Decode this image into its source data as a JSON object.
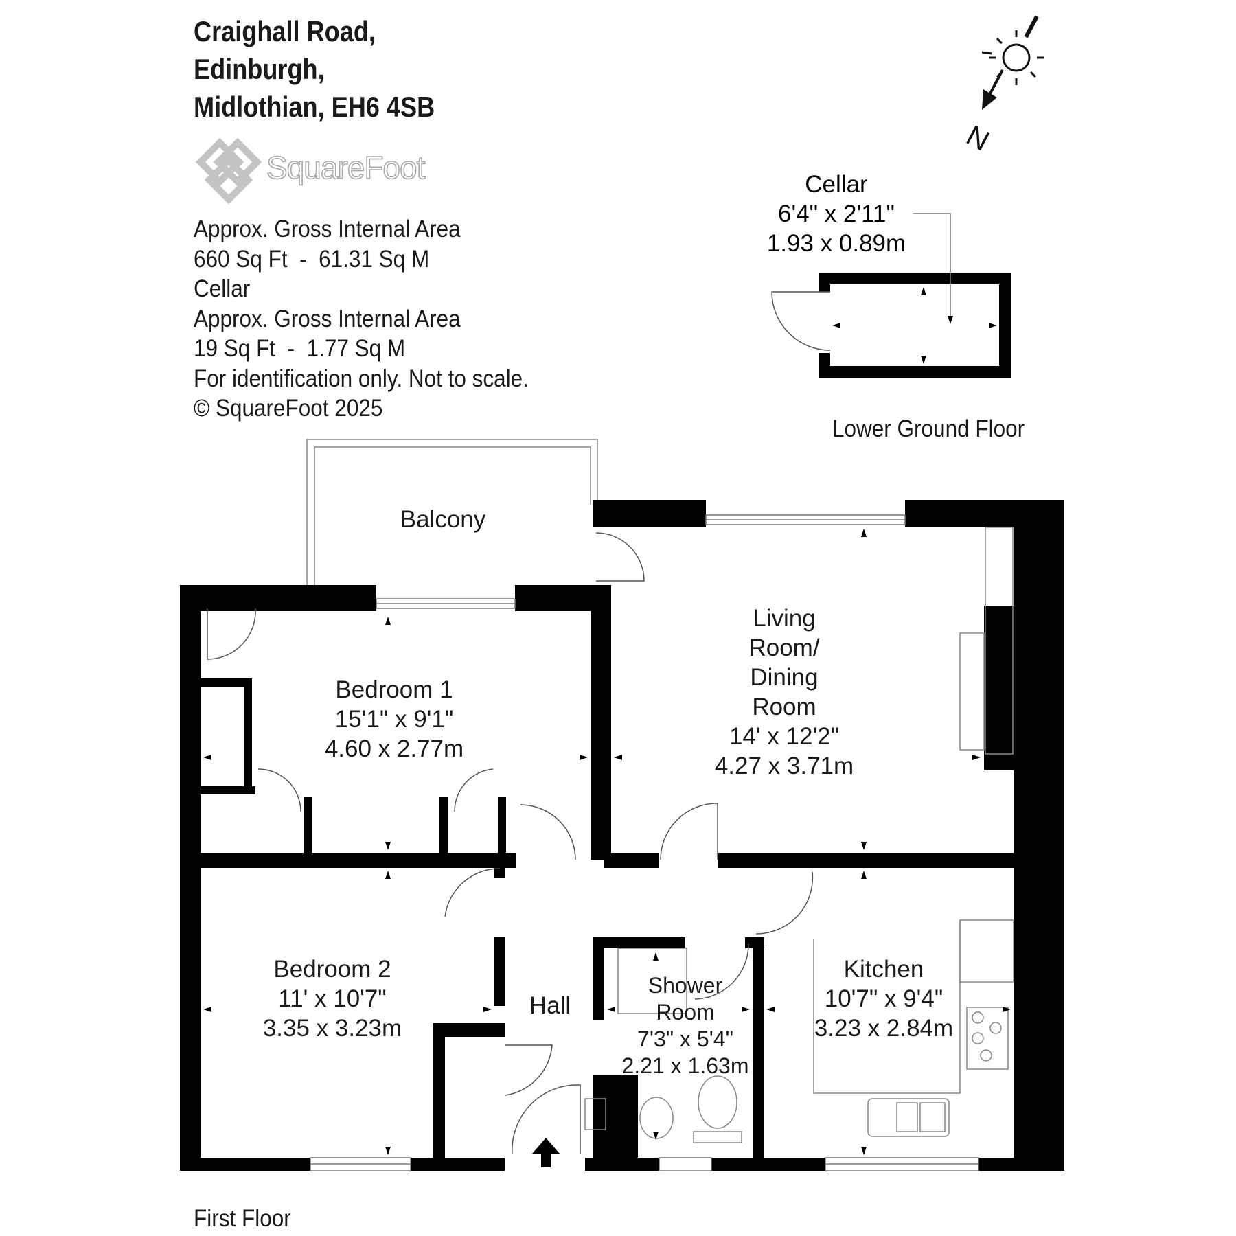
{
  "header": {
    "address_line1": "Craighall Road,",
    "address_line2": "Edinburgh,",
    "address_line3": "Midlothian, EH6 4SB"
  },
  "brand": {
    "logo_text": "SquareFoot",
    "logo_color": "#bdbdbd"
  },
  "area_info": {
    "line1": "Approx. Gross Internal Area",
    "line2": "660 Sq Ft  -  61.31 Sq M",
    "line3": "Cellar",
    "line4": "Approx. Gross Internal Area",
    "line5": "19 Sq Ft  -  1.77 Sq M",
    "line6": "For identification only. Not to scale.",
    "line7": "© SquareFoot 2025"
  },
  "compass": {
    "label": "N",
    "icon": "sun-icon"
  },
  "lower_ground_floor": {
    "label": "Lower Ground Floor",
    "cellar": {
      "name": "Cellar",
      "imperial": "6'4\" x 2'11\"",
      "metric": "1.93 x 0.89m"
    }
  },
  "first_floor": {
    "label": "First Floor",
    "balcony": {
      "name": "Balcony"
    },
    "living": {
      "name1": "Living",
      "name2": "Room/",
      "name3": "Dining",
      "name4": "Room",
      "imperial": "14' x 12'2\"",
      "metric": "4.27 x 3.71m"
    },
    "bedroom1": {
      "name": "Bedroom 1",
      "imperial": "15'1\" x 9'1\"",
      "metric": "4.60 x 2.77m"
    },
    "bedroom2": {
      "name": "Bedroom 2",
      "imperial": "11' x 10'7\"",
      "metric": "3.35 x 3.23m"
    },
    "hall": {
      "name": "Hall"
    },
    "shower": {
      "name1": "Shower",
      "name2": "Room",
      "imperial": "7'3\" x 5'4\"",
      "metric": "2.21 x 1.63m"
    },
    "kitchen": {
      "name": "Kitchen",
      "imperial": "10'7\" x 9'4\"",
      "metric": "3.23 x 2.84m"
    }
  },
  "colors": {
    "wall": "#000000",
    "background": "#ffffff",
    "fixture": "#888888"
  }
}
